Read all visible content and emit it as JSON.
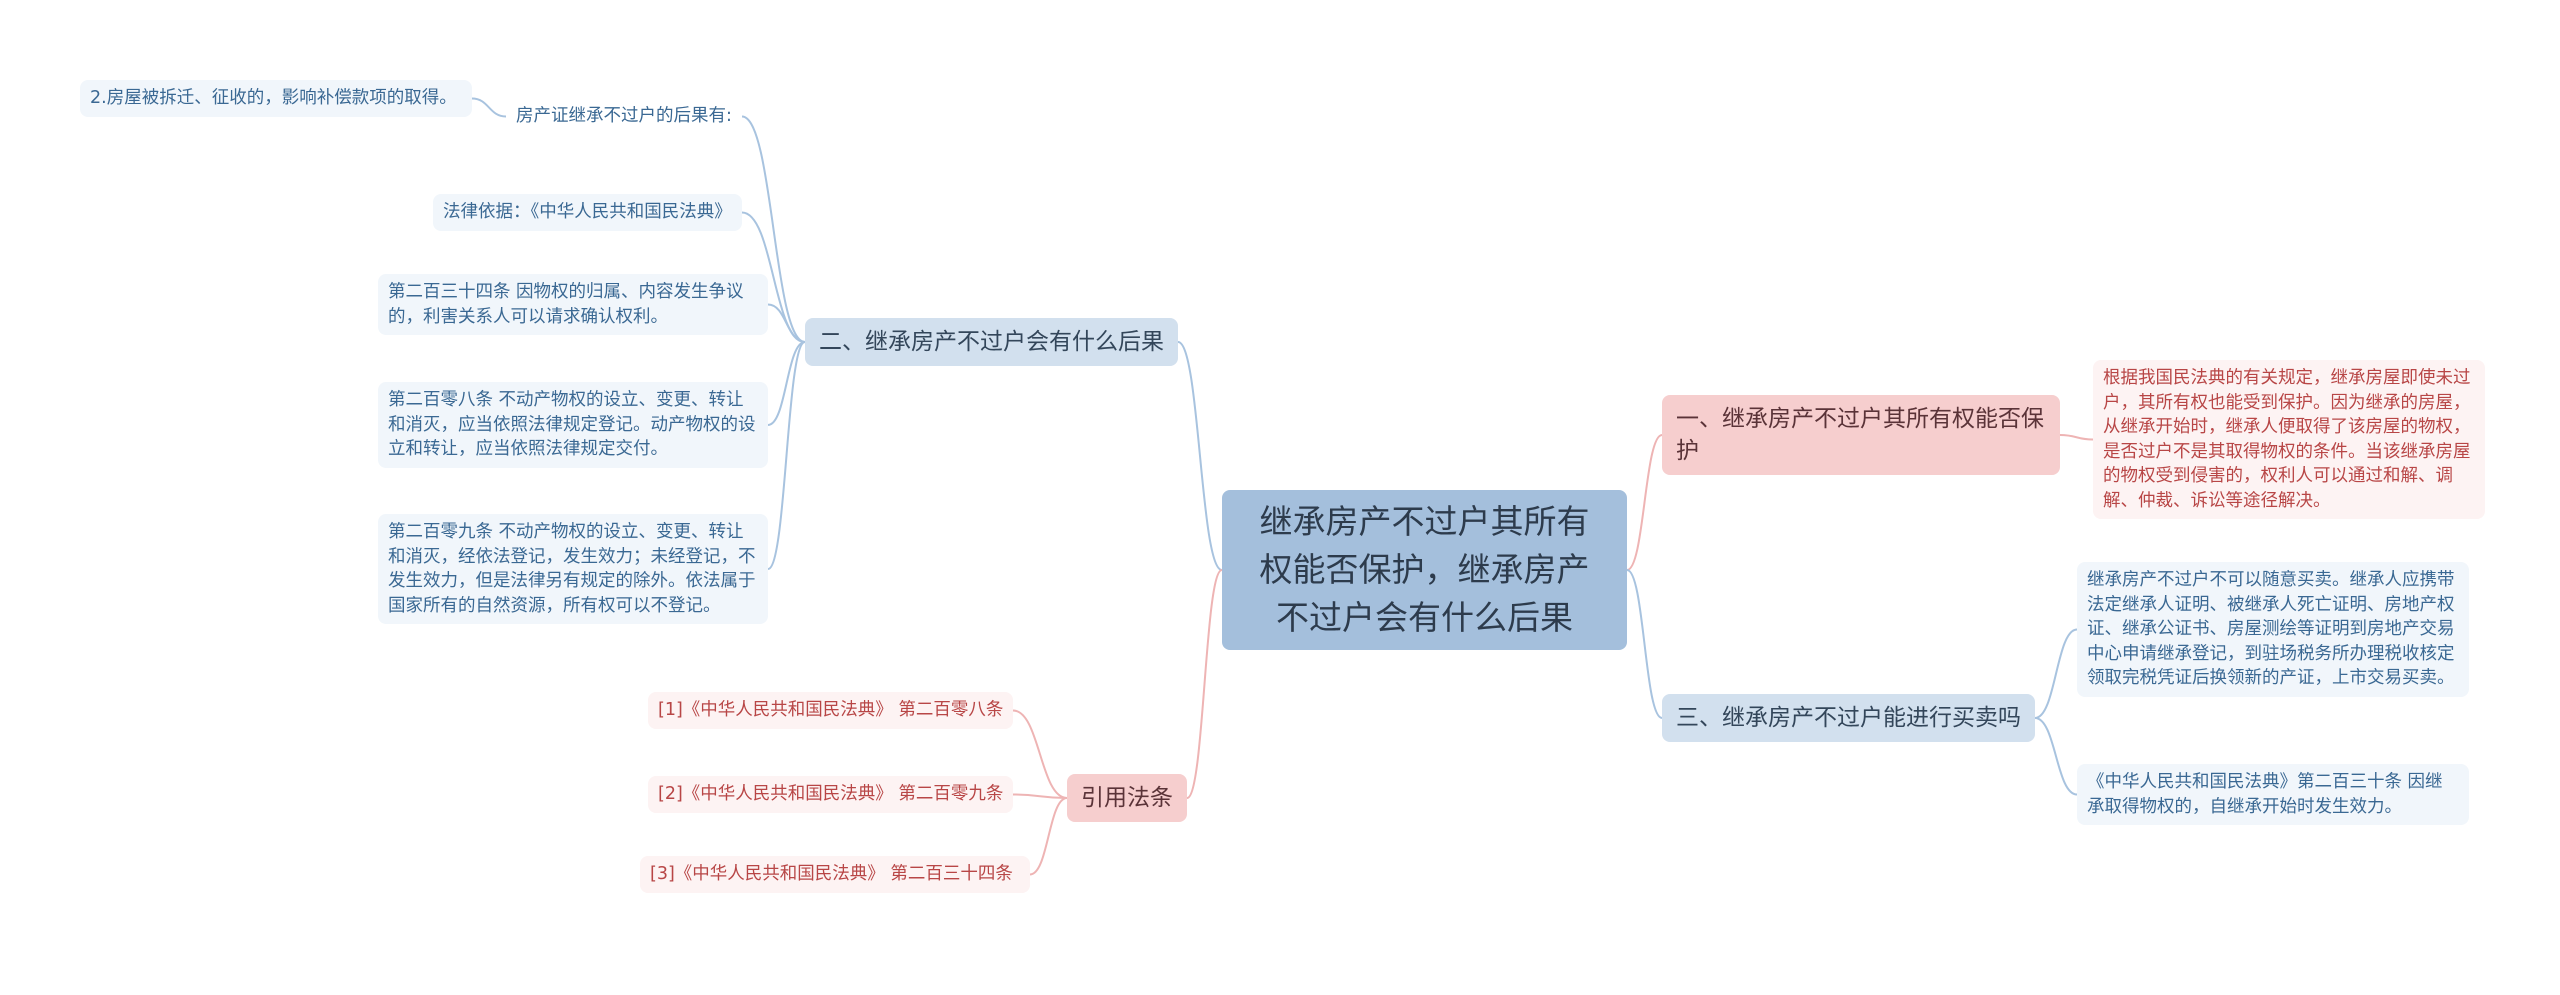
{
  "root": {
    "title": "继承房产不过户其所有权能否保护，继承房产不过户会有什么后果"
  },
  "left": {
    "b2": {
      "label": "二、继承房产不过户会有什么后果",
      "consequence_head": "房产证继承不过户的后果有:",
      "consequence_item": "2.房屋被拆迁、征收的，影响补偿款项的取得。",
      "legal_basis": "法律依据：《中华人民共和国民法典》",
      "art234": "第二百三十四条 因物权的归属、内容发生争议的，利害关系人可以请求确认权利。",
      "art208": "第二百零八条 不动产物权的设立、变更、转让和消灭，应当依照法律规定登记。动产物权的设立和转让，应当依照法律规定交付。",
      "art209": "第二百零九条 不动产物权的设立、变更、转让和消灭，经依法登记，发生效力；未经登记，不发生效力，但是法律另有规定的除外。依法属于国家所有的自然资源，所有权可以不登记。"
    },
    "refs": {
      "label": "引用法条",
      "items": [
        "[1]《中华人民共和国民法典》 第二百零八条",
        "[2]《中华人民共和国民法典》 第二百零九条",
        "[3]《中华人民共和国民法典》 第二百三十四条"
      ]
    }
  },
  "right": {
    "b1": {
      "label": "一、继承房产不过户其所有权能否保护",
      "text": "根据我国民法典的有关规定，继承房屋即使未过户，其所有权也能受到保护。因为继承的房屋，从继承开始时，继承人便取得了该房屋的物权，是否过户不是其取得物权的条件。当该继承房屋的物权受到侵害的，权利人可以通过和解、调解、仲裁、诉讼等途径解决。"
    },
    "b3": {
      "label": "三、继承房产不过户能进行买卖吗",
      "text1": "继承房产不过户不可以随意买卖。继承人应携带法定继承人证明、被继承人死亡证明、房地产权证、继承公证书、房屋测绘等证明到房地产交易中心申请继承登记，到驻场税务所办理税收核定领取完税凭证后换领新的产证，上市交易买卖。",
      "text2": "《中华人民共和国民法典》第二百三十条 因继承取得物权的，自继承开始时发生效力。"
    }
  },
  "colors": {
    "blue_line": "#a8c3df",
    "red_line": "#eeb4b4"
  }
}
